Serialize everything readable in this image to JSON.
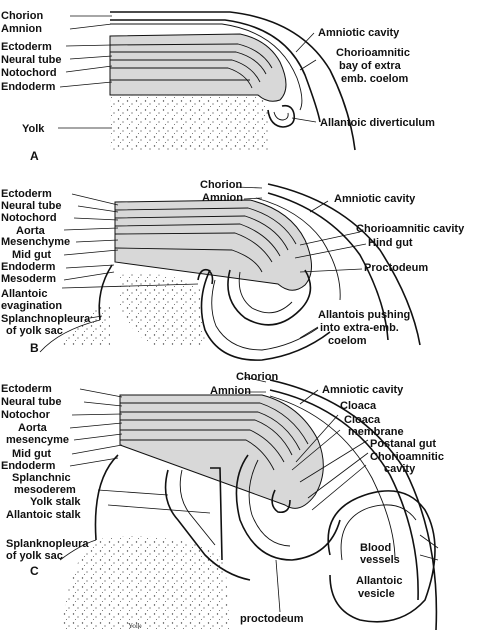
{
  "panels": [
    {
      "id": "A",
      "label": "A",
      "labels_left": [
        "Chorion",
        "Amnion",
        "Ectoderm",
        "Neural tube",
        "Notochord",
        "Endoderm",
        "Yolk"
      ],
      "labels_right": [
        "Amniotic cavity",
        "Chorioamnitic",
        "bay of extra",
        "emb. coelom",
        "Allantoic diverticulum"
      ]
    },
    {
      "id": "B",
      "label": "B",
      "labels_top": [
        "Chorion",
        "Amnion"
      ],
      "labels_left": [
        "Ectoderm",
        "Neural tube",
        "Notochord",
        "Aorta",
        "Mesenchyme",
        "Mid gut",
        "Endoderm",
        "Mesoderm",
        "Allantoic",
        "evagination",
        "Splanchnopleura",
        "of yolk sac"
      ],
      "labels_right": [
        "Amniotic cavity",
        "Chorioamnitic cavity",
        "Hind gut",
        "Proctodeum",
        "Allantois pushing",
        "into extra-emb.",
        "coelom"
      ]
    },
    {
      "id": "C",
      "label": "C",
      "labels_top": [
        "Chorion",
        "Amnion"
      ],
      "labels_left": [
        "Ectoderm",
        "Neural tube",
        "Notochor",
        "Aorta",
        "mesencyme",
        "Mid gut",
        "Endoderm",
        "Splanchnic",
        "mesoderem",
        "Yolk stalk",
        "Allantoic stalk",
        "Splanknopleura",
        "of yolk sac"
      ],
      "labels_right": [
        "Amniotic cavity",
        "Cloaca",
        "Cloaca",
        "membrane",
        "Postanal gut",
        "Chorioamnitic",
        "cavity",
        "Blood",
        "vessels",
        "Allantoic",
        "vesicle"
      ],
      "labels_bottom": [
        "proctodeum",
        "Yolk"
      ]
    }
  ]
}
